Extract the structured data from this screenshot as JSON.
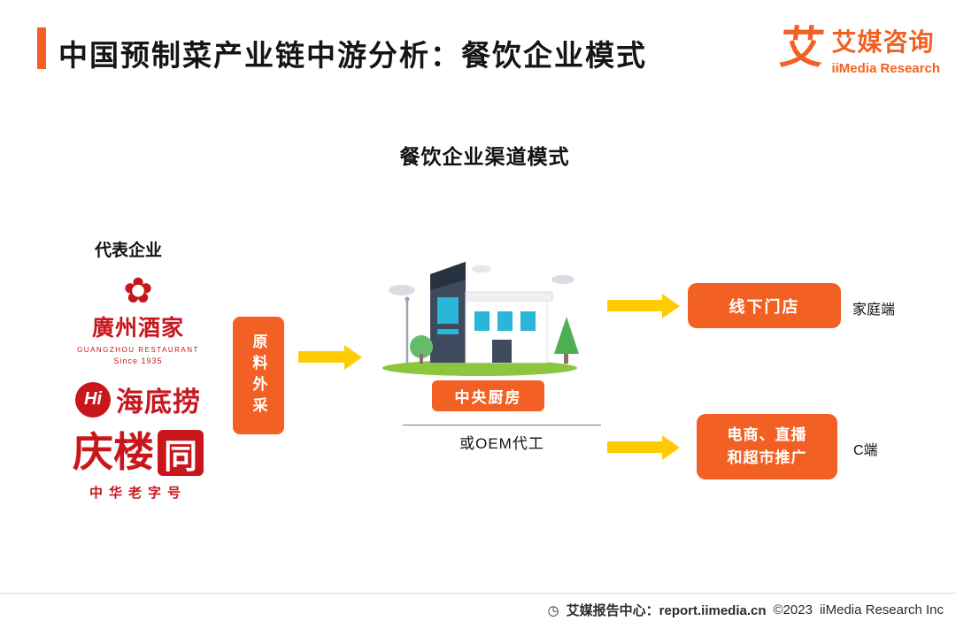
{
  "header": {
    "title": "中国预制菜产业链中游分析：餐饮企业模式",
    "brand": {
      "icon_char": "艾",
      "name": "艾媒咨询",
      "subname": "iiMedia Research"
    }
  },
  "diagram": {
    "subtitle": "餐饮企业渠道模式",
    "representatives_label": "代表企业",
    "companies": {
      "guangzhou": {
        "flower_icon": "✿",
        "name_cn": "廣州酒家",
        "name_en": "GUANGZHOU RESTAURANT",
        "since": "Since 1935"
      },
      "haidilao": {
        "badge": "Hi",
        "name": "海底捞"
      },
      "tongqinglou": {
        "name": "庆楼",
        "seal_char": "同",
        "tagline": "中华老字号"
      }
    },
    "input_box_label": "原料外采",
    "center": {
      "kitchen_label": "中央厨房",
      "oem_label": "或OEM代工"
    },
    "outputs": {
      "offline": {
        "label": "线下门店",
        "side": "家庭端"
      },
      "ecommerce": {
        "line1": "电商、直播",
        "line2": "和超市推广",
        "side": "C端"
      }
    }
  },
  "footer": {
    "clock_icon": "◷",
    "source": "艾媒报告中心：report.iimedia.cn",
    "copyright": "©2023",
    "company": "iiMedia Research Inc"
  },
  "colors": {
    "brand_orange": "#F26123",
    "arrow_yellow": "#FFCB05",
    "logo_red": "#C8161D"
  }
}
